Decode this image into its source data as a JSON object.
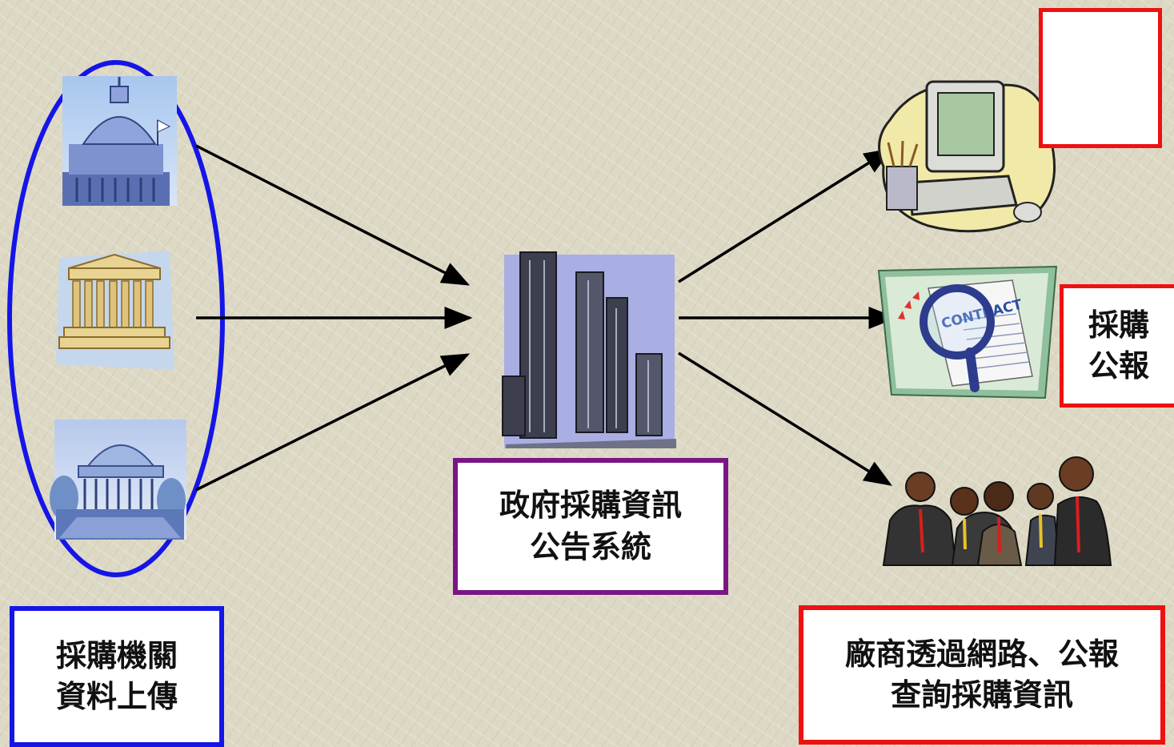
{
  "nodes": {
    "agency": {
      "lines": [
        "採購機關",
        "資料上傳"
      ],
      "border_color": "#1515e8"
    },
    "system": {
      "lines": [
        "政府採購資訊",
        "公告系統"
      ],
      "border_color": "#7a1585"
    },
    "vendor": {
      "lines": [
        "廠商透過網路、公報",
        "查詢採購資訊"
      ],
      "border_color": "#ee1111"
    },
    "gazette": {
      "lines": [
        "採購",
        "公報"
      ],
      "border_color": "#ee1111"
    },
    "web": {
      "lines": [],
      "border_color": "#ee1111"
    }
  },
  "clipart": {
    "contract_text": "CONTRACT",
    "icons": [
      "capitol-building-icon",
      "greek-temple-icon",
      "domed-memorial-icon",
      "skyscraper-icon",
      "computer-icon",
      "contract-magnifier-icon",
      "business-people-icon"
    ]
  },
  "colors": {
    "background": "#dcd8c4",
    "agency_group_ellipse": "#1515e8",
    "arrow": "#000000"
  }
}
